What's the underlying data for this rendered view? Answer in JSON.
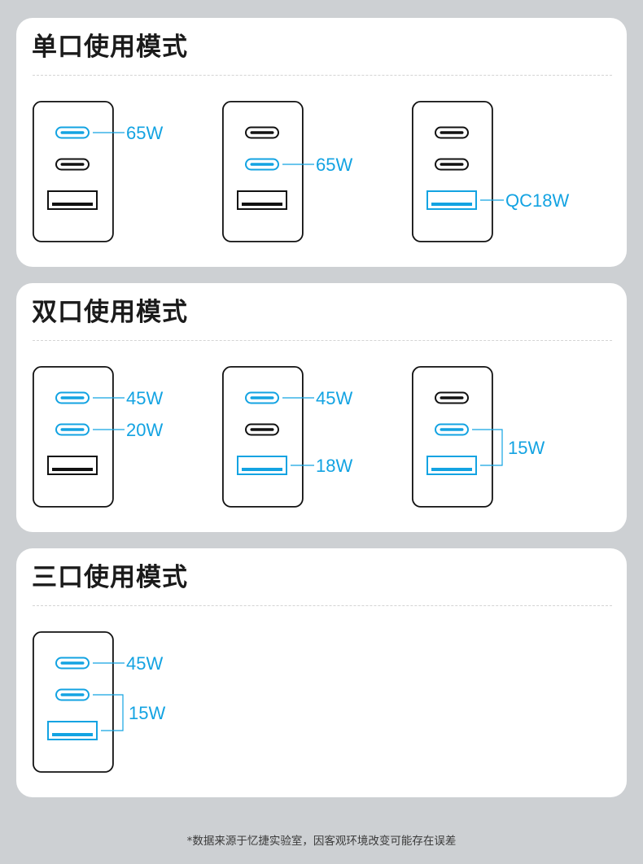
{
  "colors": {
    "active": "#13a3e2",
    "inactive": "#111111",
    "card": "#ffffff",
    "background": "#cdd0d3"
  },
  "sections": [
    {
      "title": "单口使用模式",
      "modes": [
        {
          "ports": [
            "active",
            "inactive",
            "inactive"
          ],
          "labels": [
            {
              "text": "65W",
              "ports": [
                0
              ]
            }
          ]
        },
        {
          "ports": [
            "inactive",
            "active",
            "inactive"
          ],
          "labels": [
            {
              "text": "65W",
              "ports": [
                1
              ]
            }
          ]
        },
        {
          "ports": [
            "inactive",
            "inactive",
            "active"
          ],
          "labels": [
            {
              "text": "QC18W",
              "ports": [
                2
              ]
            }
          ]
        }
      ]
    },
    {
      "title": "双口使用模式",
      "modes": [
        {
          "ports": [
            "active",
            "active",
            "inactive"
          ],
          "labels": [
            {
              "text": "45W",
              "ports": [
                0
              ]
            },
            {
              "text": "20W",
              "ports": [
                1
              ]
            }
          ]
        },
        {
          "ports": [
            "active",
            "inactive",
            "active"
          ],
          "labels": [
            {
              "text": "45W",
              "ports": [
                0
              ]
            },
            {
              "text": "18W",
              "ports": [
                2
              ]
            }
          ]
        },
        {
          "ports": [
            "inactive",
            "active",
            "active"
          ],
          "labels": [
            {
              "text": "15W",
              "ports": [
                1,
                2
              ]
            }
          ]
        }
      ]
    },
    {
      "title": "三口使用模式",
      "modes": [
        {
          "ports": [
            "active",
            "active",
            "active"
          ],
          "labels": [
            {
              "text": "45W",
              "ports": [
                0
              ]
            },
            {
              "text": "15W",
              "ports": [
                1,
                2
              ]
            }
          ]
        }
      ]
    }
  ],
  "footnote": "*数据来源于忆捷实验室，因客观环境改变可能存在误差"
}
